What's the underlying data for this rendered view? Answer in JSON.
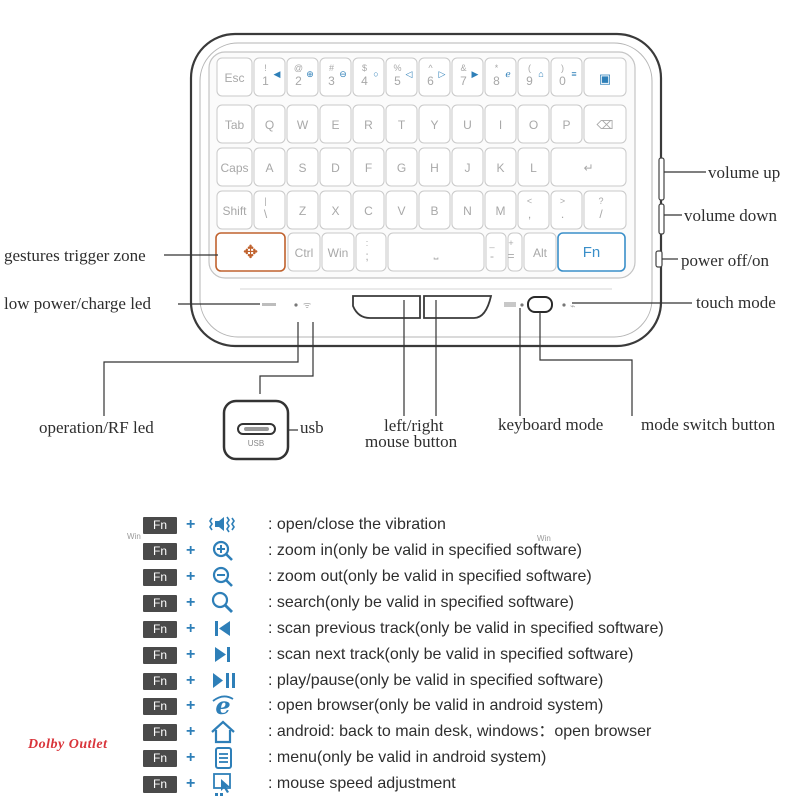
{
  "keyboard": {
    "rows": [
      [
        {
          "main": "Esc"
        },
        {
          "main": "1",
          "top": "!"
        },
        {
          "main": "2",
          "top": "@"
        },
        {
          "main": "3",
          "top": "#"
        },
        {
          "main": "4",
          "top": "$"
        },
        {
          "main": "5",
          "top": "%"
        },
        {
          "main": "6",
          "top": "^"
        },
        {
          "main": "7",
          "top": "&"
        },
        {
          "main": "8",
          "top": "*"
        },
        {
          "main": "9",
          "top": "("
        },
        {
          "main": "0",
          "top": ")"
        },
        {
          "main": ""
        }
      ],
      [
        {
          "main": "Tab"
        },
        {
          "main": "Q"
        },
        {
          "main": "W"
        },
        {
          "main": "E"
        },
        {
          "main": "R"
        },
        {
          "main": "T"
        },
        {
          "main": "Y"
        },
        {
          "main": "U"
        },
        {
          "main": "I"
        },
        {
          "main": "O"
        },
        {
          "main": "P"
        },
        {
          "main": "⌫"
        }
      ],
      [
        {
          "main": "Caps"
        },
        {
          "main": "A"
        },
        {
          "main": "S"
        },
        {
          "main": "D"
        },
        {
          "main": "F"
        },
        {
          "main": "G"
        },
        {
          "main": "H"
        },
        {
          "main": "J"
        },
        {
          "main": "K"
        },
        {
          "main": "L"
        },
        {
          "main": "↵"
        }
      ],
      [
        {
          "main": "Shift"
        },
        {
          "main": "\\",
          "top": "|"
        },
        {
          "main": "Z"
        },
        {
          "main": "X"
        },
        {
          "main": "C"
        },
        {
          "main": "V"
        },
        {
          "main": "B"
        },
        {
          "main": "N"
        },
        {
          "main": "M"
        },
        {
          "main": ",",
          "top": "<"
        },
        {
          "main": ".",
          "top": ">"
        },
        {
          "main": "/",
          "top": "?"
        }
      ],
      [
        {
          "main": ""
        },
        {
          "main": "Ctrl"
        },
        {
          "main": "Win"
        },
        {
          "main": ";",
          "top": ":"
        },
        {
          "main": "⎵"
        },
        {
          "main": "-",
          "top": "_"
        },
        {
          "main": "=",
          "top": "+"
        },
        {
          "main": "Alt"
        },
        {
          "main": "Fn"
        }
      ]
    ]
  },
  "callouts": {
    "volume_up": "volume up",
    "volume_down": "volume down",
    "power": "power off/on",
    "touch_mode": "touch mode",
    "gestures": "gestures trigger zone",
    "low_power": "low power/charge led",
    "operation_rf": "operation/RF led",
    "usb": "usb",
    "usb_port_label": "USB",
    "mouse_button_line1": "left/right",
    "mouse_button_line2": "mouse button",
    "keyboard_mode": "keyboard mode",
    "mode_switch": "mode switch button"
  },
  "legend": {
    "fn_label": "Fn",
    "plus": "+",
    "items": [
      {
        "icon": "vibration-icon",
        "desc": ": open/close the vibration"
      },
      {
        "icon": "zoom-in-icon",
        "desc": ": zoom in(only be valid in specified software)"
      },
      {
        "icon": "zoom-out-icon",
        "desc": ": zoom out(only be valid in specified software)"
      },
      {
        "icon": "search-icon",
        "desc": ": search(only be valid in specified software)"
      },
      {
        "icon": "previous-track-icon",
        "desc": ": scan previous track(only be valid in specified software)"
      },
      {
        "icon": "next-track-icon",
        "desc": ": scan next track(only be valid in specified software)"
      },
      {
        "icon": "play-pause-icon",
        "desc": ": play/pause(only be valid in specified software)"
      },
      {
        "icon": "browser-icon",
        "desc": ": open browser(only be valid in android system)"
      },
      {
        "icon": "home-icon",
        "desc": ": android: back to main desk, windows：open browser"
      },
      {
        "icon": "menu-icon",
        "desc": ": menu(only be valid in android system)"
      },
      {
        "icon": "mouse-speed-icon",
        "desc": ": mouse speed adjustment"
      }
    ],
    "win_mark_1": "Win",
    "win_mark_2": "Win"
  },
  "watermark": "Dolby Outlet",
  "colors": {
    "accent_blue": "#2e7fb8",
    "gesture_orange": "#c0622e",
    "fn_blue": "#3a8fc9",
    "badge_gray": "#4a4a4a",
    "watermark_red": "#d9343a"
  }
}
